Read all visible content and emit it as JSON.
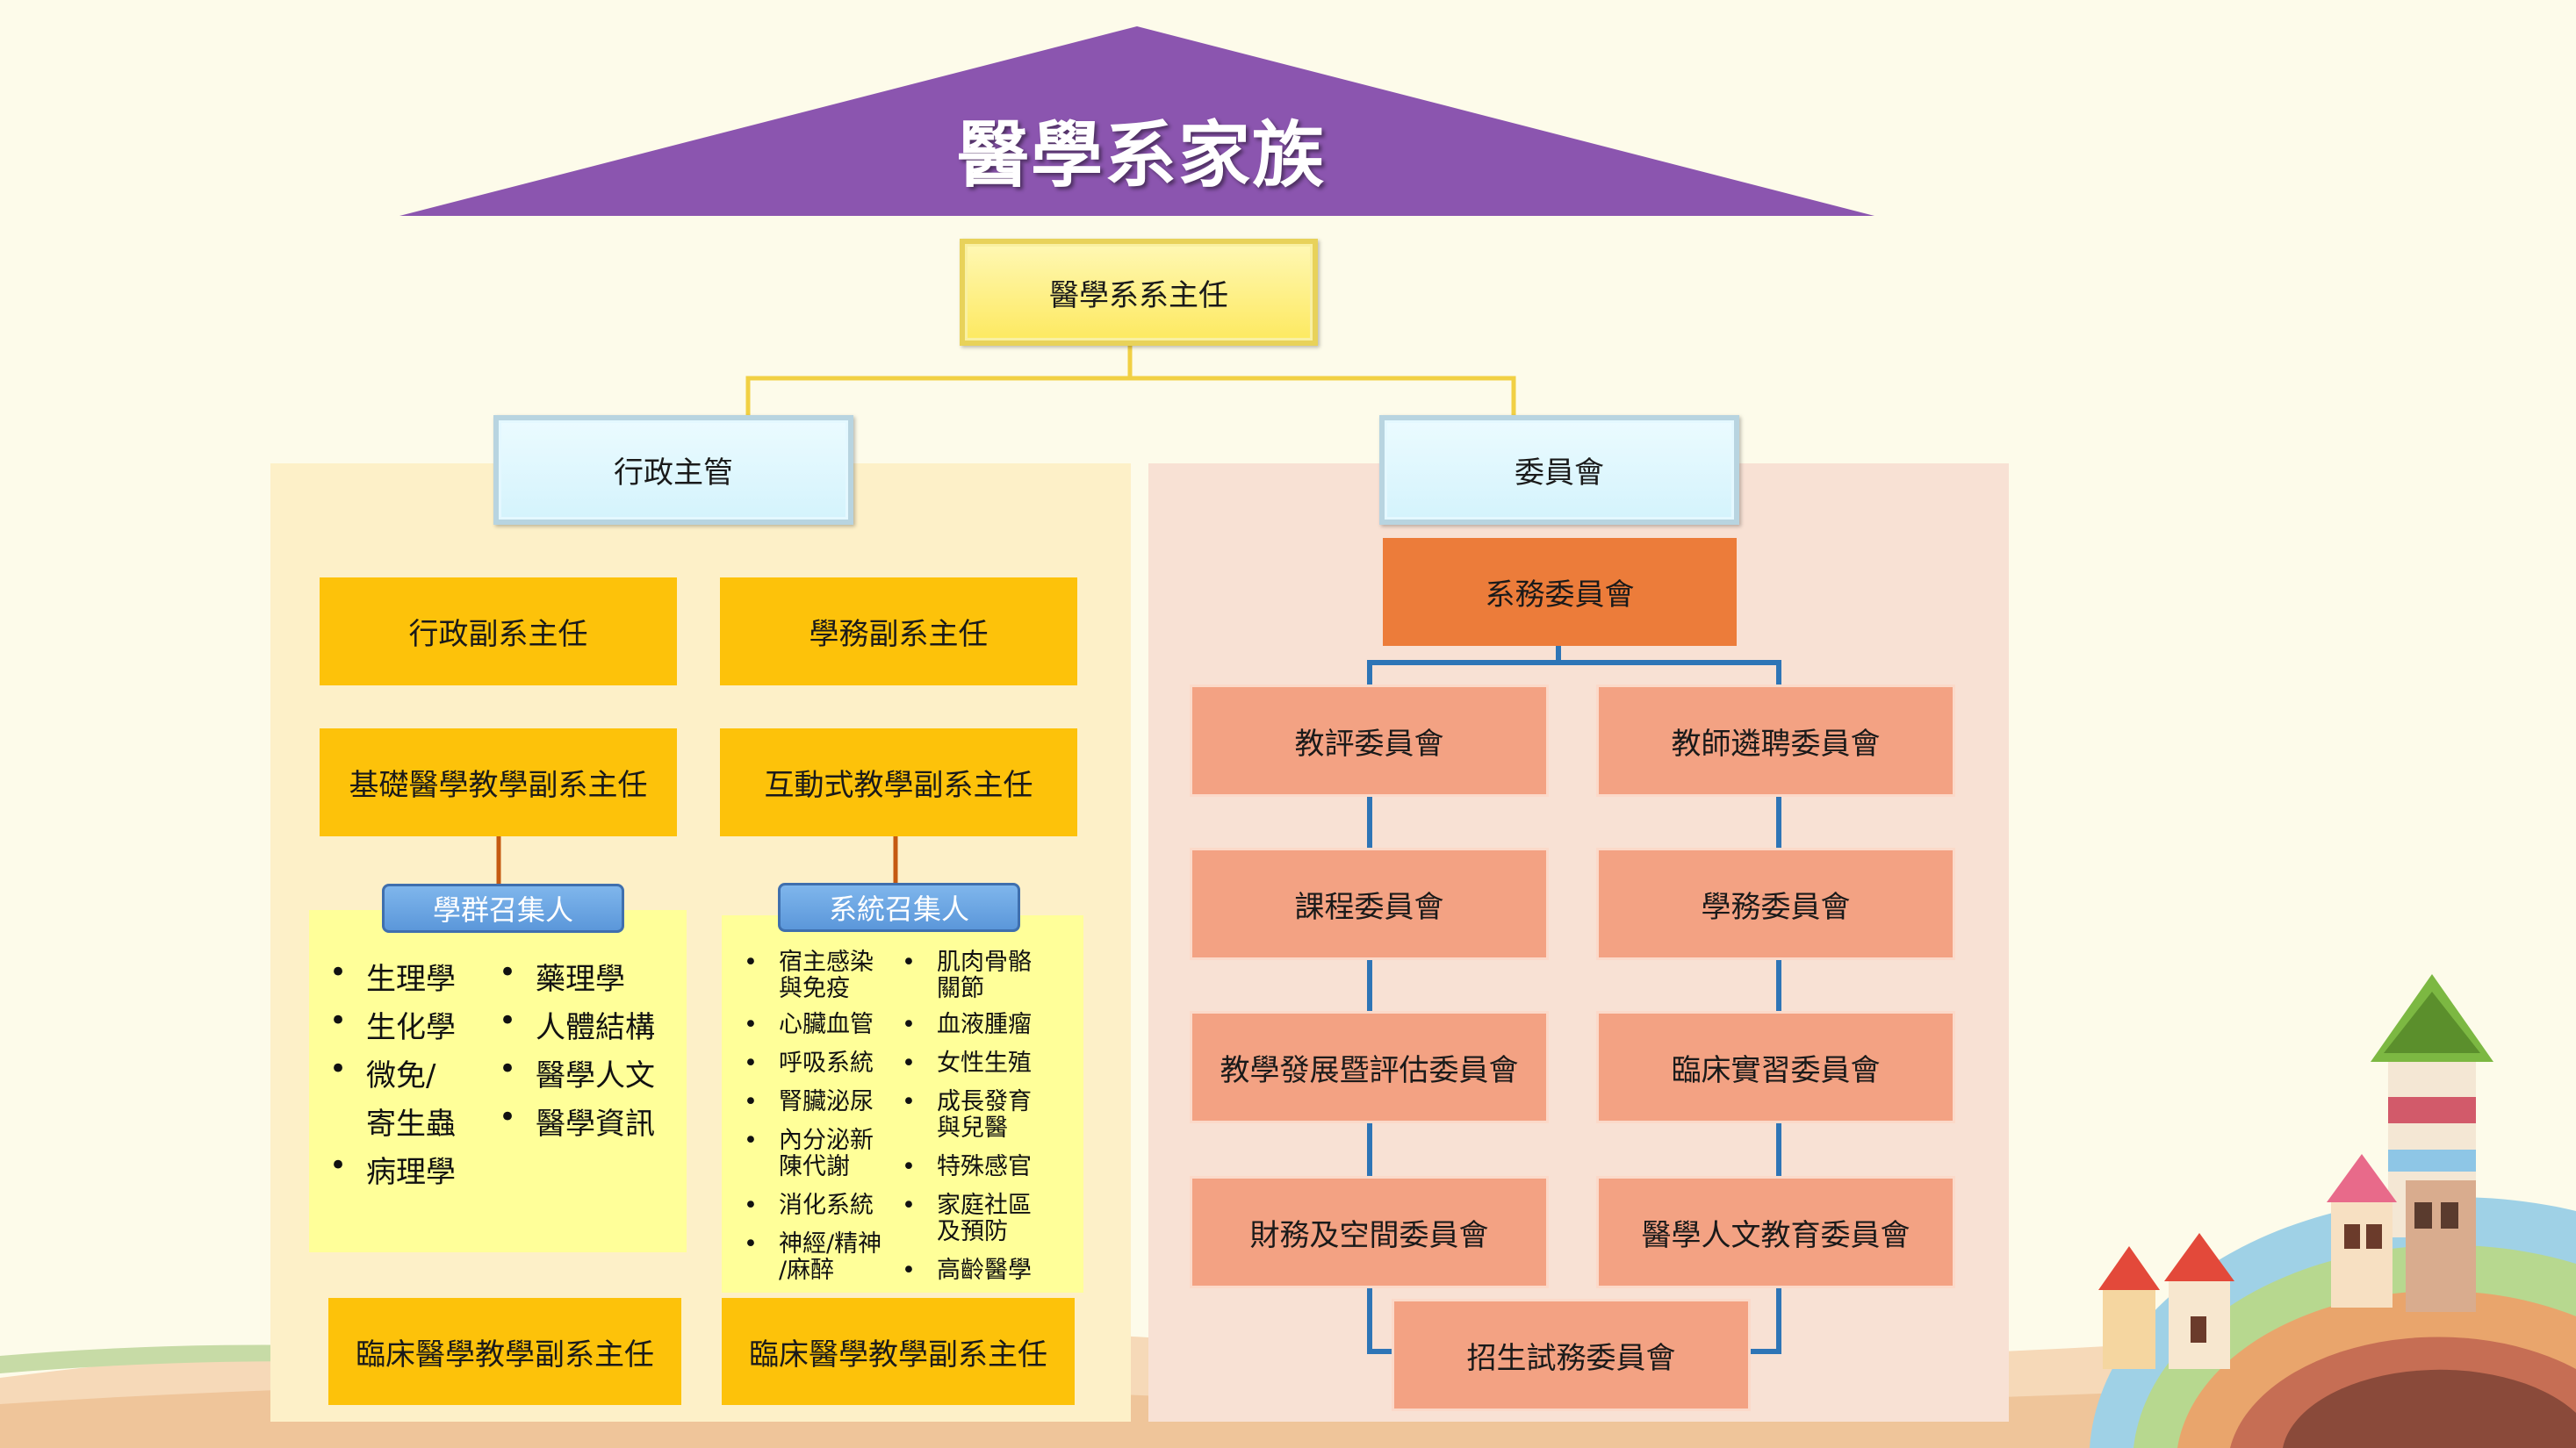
{
  "title": "醫學系家族",
  "chair": "醫學系系主任",
  "admin": {
    "header": "行政主管",
    "roles": [
      "行政副系主任",
      "學務副系主任",
      "基礎醫學教學副系主任",
      "互動式教學副系主任"
    ],
    "basic_group": {
      "label": "學群召集人",
      "col1": [
        "生理學",
        "生化學",
        "微免/",
        "寄生蟲",
        "病理學"
      ],
      "col2": [
        "藥理學",
        "人體結構",
        "醫學人文",
        "醫學資訊"
      ]
    },
    "system_group": {
      "label": "系統召集人",
      "col1": [
        "宿主感染\n與免疫",
        "心臟血管",
        "呼吸系統",
        "腎臟泌尿",
        "內分泌新\n陳代謝",
        "消化系統",
        "神經/精神\n/麻醉"
      ],
      "col2": [
        "肌肉骨骼\n關節",
        "血液腫瘤",
        "女性生殖",
        "成長發育\n與兒醫",
        "特殊感官",
        "家庭社區\n及預防",
        "高齡醫學"
      ]
    },
    "clinical_left": "臨床醫學教學副系主任",
    "clinical_right": "臨床醫學教學副系主任"
  },
  "committee": {
    "header": "委員會",
    "affairs": "系務委員會",
    "left": [
      "教評委員會",
      "課程委員會",
      "教學發展暨評估委員會",
      "財務及空間委員會"
    ],
    "right": [
      "教師遴聘委員會",
      "學務委員會",
      "臨床實習委員會",
      "醫學人文教育委員會"
    ],
    "bottom": "招生試務委員會"
  },
  "colors": {
    "roof": "#8b55af",
    "gold": "#fdc20a",
    "salmon": "#f3a283",
    "orange": "#ec7c3a",
    "connector_blue": "#2e75b6",
    "connector_brown": "#c55a11"
  }
}
